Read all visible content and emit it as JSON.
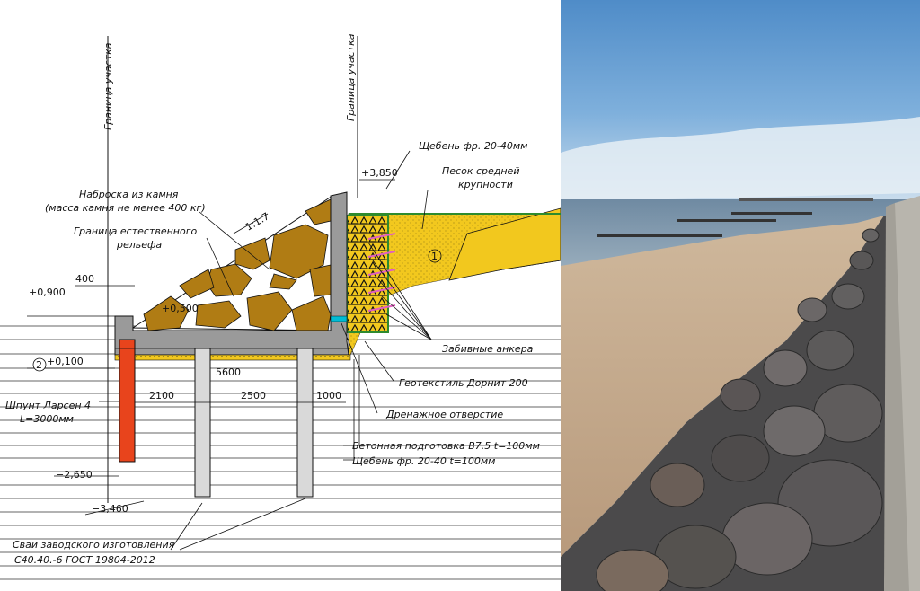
{
  "drawing": {
    "boundary_label_left": "Граница участка",
    "boundary_label_right": "Граница участка",
    "rock_fill_line1": "Наброска из камня",
    "rock_fill_line2": "(масса камня не менее 400 кг)",
    "natural_relief_line1": "Граница естественного",
    "natural_relief_line2": "рельефа",
    "gravel_top": "Щебень фр. 20-40мм",
    "sand_line1": "Песок средней",
    "sand_line2": "крупности",
    "anchors": "Забивные анкера",
    "geotextile": "Геотекстиль Дорнит 200",
    "drain_hole": "Дренажное отверстие",
    "concrete_prep": "Бетонная подготовка В7.5 t=100мм",
    "gravel_base": "Щебень фр. 20-40 t=100мм",
    "sheet_pile_line1": "Шпунт Ларсен 4",
    "sheet_pile_line2": "L=3000мм",
    "piles_line1": "Сваи заводского изготовления",
    "piles_line2": "С40.40.-6 ГОСТ 19804-2012",
    "slope": "1:1.7",
    "elev_top": "+3,850",
    "elev_900": "+0,900",
    "elev_500": "+0,500",
    "elev_100": "+0,100",
    "elev_2650": "−2,650",
    "elev_3460": "−3,460",
    "dim_400": "400",
    "dim_5600": "5600",
    "dim_2100": "2100",
    "dim_2500": "2500",
    "dim_1000": "1000",
    "marker_2": "2",
    "marker_1": "1",
    "colors": {
      "rock": "#b07c14",
      "sand": "#f2c81e",
      "concrete": "#9a9a9a",
      "sheet_pile": "#e8441c",
      "geotextile": "#2e8b2e",
      "anchor": "#e060c0"
    }
  },
  "photo": {
    "subject": "rock-revetment-beach",
    "colors": {
      "sky": "#5f98cf",
      "sea": "#7f9bb3",
      "sand": "#c9b197",
      "rock": "#4b4a4b",
      "wall": "#a3a098"
    }
  }
}
